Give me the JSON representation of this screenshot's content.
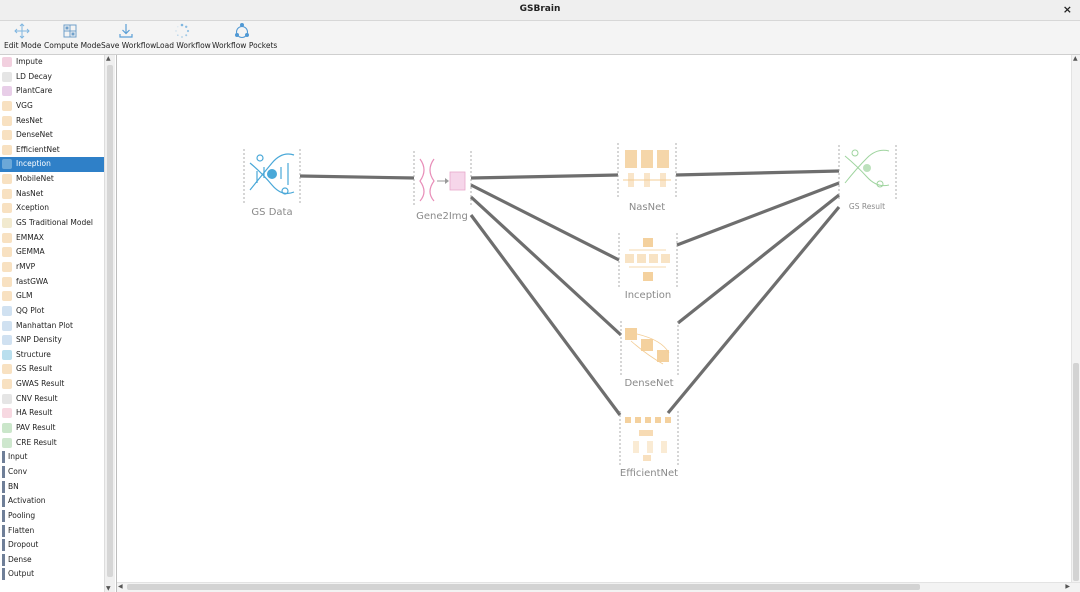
{
  "window": {
    "title": "GSBrain",
    "close_glyph": "×"
  },
  "toolbar": [
    {
      "label": "Edit Mode",
      "icon": "edit-mode-icon"
    },
    {
      "label": "Compute Mode",
      "icon": "compute-mode-icon"
    },
    {
      "label": "Save Workflow",
      "icon": "save-workflow-icon"
    },
    {
      "label": "Load Workflow",
      "icon": "load-workflow-icon"
    },
    {
      "label": "Workflow Pockets",
      "icon": "workflow-pockets-icon"
    }
  ],
  "sidebar": {
    "selected": "Inception",
    "items": [
      {
        "label": "Impute",
        "color": "#e7a9c5"
      },
      {
        "label": "LD Decay",
        "color": "#cfcfcf"
      },
      {
        "label": "PlantCare",
        "color": "#d6a6d6"
      },
      {
        "label": "VGG",
        "color": "#f2c98e"
      },
      {
        "label": "ResNet",
        "color": "#f2c98e"
      },
      {
        "label": "DenseNet",
        "color": "#f2c98e"
      },
      {
        "label": "EfficientNet",
        "color": "#f2c98e"
      },
      {
        "label": "Inception",
        "color": "#9fc8e6"
      },
      {
        "label": "MobileNet",
        "color": "#f2c98e"
      },
      {
        "label": "NasNet",
        "color": "#f2c98e"
      },
      {
        "label": "Xception",
        "color": "#f2c98e"
      },
      {
        "label": "GS Traditional Model",
        "color": "#e8d9a8"
      },
      {
        "label": "EMMAX",
        "color": "#f2c98e"
      },
      {
        "label": "GEMMA",
        "color": "#f2c98e"
      },
      {
        "label": "rMVP",
        "color": "#f2c98e"
      },
      {
        "label": "fastGWA",
        "color": "#f2c98e"
      },
      {
        "label": "GLM",
        "color": "#f2c98e"
      },
      {
        "label": "QQ Plot",
        "color": "#a9c9e6"
      },
      {
        "label": "Manhattan Plot",
        "color": "#a9c9e6"
      },
      {
        "label": "SNP Density",
        "color": "#a9c9e6"
      },
      {
        "label": "Structure",
        "color": "#7fc4e0"
      },
      {
        "label": "GS Result",
        "color": "#f2c98e"
      },
      {
        "label": "GWAS Result",
        "color": "#f2c98e"
      },
      {
        "label": "CNV Result",
        "color": "#cfcfcf"
      },
      {
        "label": "HA Result",
        "color": "#f0b8c8"
      },
      {
        "label": "PAV Result",
        "color": "#9fd19f"
      },
      {
        "label": "CRE Result",
        "color": "#a6d3a6"
      }
    ],
    "layers": [
      "Input",
      "Conv",
      "BN",
      "Activation",
      "Pooling",
      "Flatten",
      "Dropout",
      "Dense",
      "Output"
    ]
  },
  "canvas": {
    "nodes": [
      {
        "id": "gsdata",
        "label": "GS Data",
        "icon": "dna-network-icon",
        "color": "#4aa8d8"
      },
      {
        "id": "gene2img",
        "label": "Gene2Img",
        "icon": "gene-to-image-icon",
        "color": "#e88db8"
      },
      {
        "id": "nasnet",
        "label": "NasNet",
        "icon": "nasnet-icon",
        "color": "#f3cc94"
      },
      {
        "id": "inception",
        "label": "Inception",
        "icon": "inception-icon",
        "color": "#f3cc94"
      },
      {
        "id": "densenet",
        "label": "DenseNet",
        "icon": "densenet-icon",
        "color": "#f3cc94"
      },
      {
        "id": "efficientnet",
        "label": "EfficientNet",
        "icon": "efficientnet-icon",
        "color": "#f3cc94"
      },
      {
        "id": "gsresult",
        "label": "GS Result",
        "icon": "gs-result-icon",
        "color": "#9fd49f"
      }
    ],
    "edges": [
      [
        "gsdata",
        "gene2img"
      ],
      [
        "gene2img",
        "nasnet"
      ],
      [
        "gene2img",
        "inception"
      ],
      [
        "gene2img",
        "densenet"
      ],
      [
        "gene2img",
        "efficientnet"
      ],
      [
        "nasnet",
        "gsresult"
      ],
      [
        "inception",
        "gsresult"
      ],
      [
        "densenet",
        "gsresult"
      ],
      [
        "efficientnet",
        "gsresult"
      ]
    ]
  }
}
